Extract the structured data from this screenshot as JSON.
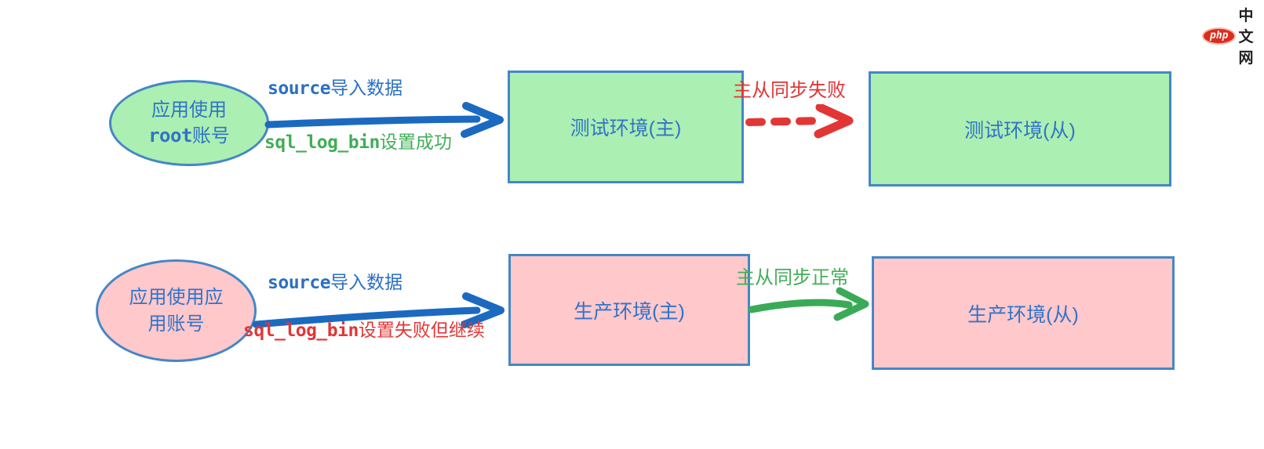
{
  "logo": {
    "badge": "php",
    "site": "中文网"
  },
  "colors": {
    "test_fill": "#abefb2",
    "prod_fill": "#ffc8cb",
    "shape_border": "#4487c6",
    "shape_text": "#3273c8",
    "arrow_blue": "#1b6ac0",
    "success_green": "#41ae58",
    "error_red": "#e23636",
    "logo_red": "#dd2b1c"
  },
  "rows": {
    "test": {
      "actor_line1": "应用使用",
      "actor_line2_code": "root",
      "actor_line2_text": "账号",
      "import_code": "source",
      "import_text": "导入数据",
      "result_code": "sql_log_bin",
      "result_text": "设置成功",
      "master": "测试环境(主)",
      "sync": "主从同步失败",
      "slave": "测试环境(从)"
    },
    "prod": {
      "actor_line1": "应用使用应",
      "actor_line2_code": "",
      "actor_line2_text": "用账号",
      "import_code": "source",
      "import_text": "导入数据",
      "result_code": "sql_log_bin",
      "result_text": "设置失败但继续",
      "master": "生产环境(主)",
      "sync": "主从同步正常",
      "slave": "生产环境(从)"
    }
  }
}
